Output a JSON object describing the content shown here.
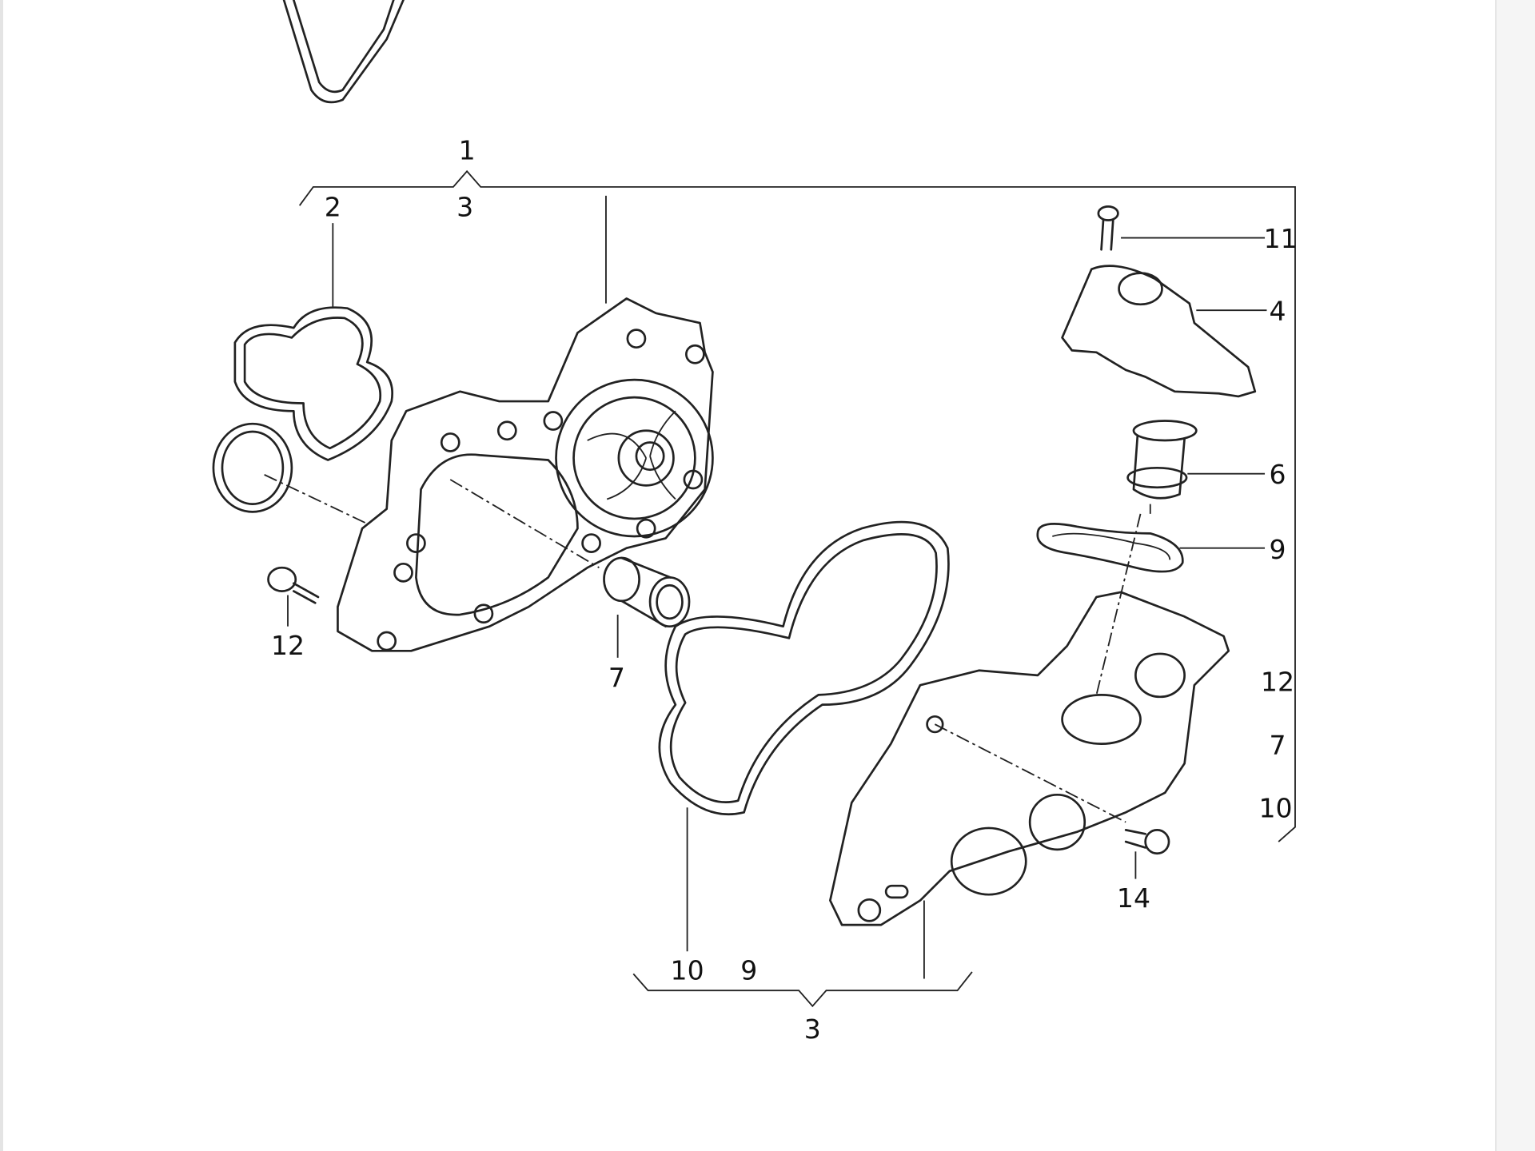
{
  "diagram": {
    "callouts": {
      "top_group": "1",
      "top_group_sub": "3",
      "gasket_left": "2",
      "screw_top": "11",
      "cover": "4",
      "thermostat": "6",
      "seal_ring": "9",
      "right_list_12": "12",
      "right_list_7": "7",
      "right_list_10": "10",
      "bolt_right": "14",
      "bolt_left": "12",
      "connector": "7",
      "gasket_large": "10",
      "bottom_9": "9",
      "bottom_group": "3"
    },
    "colors": {
      "line": "#222222",
      "background": "#ffffff",
      "side_panel": "#f5f5f5"
    }
  }
}
